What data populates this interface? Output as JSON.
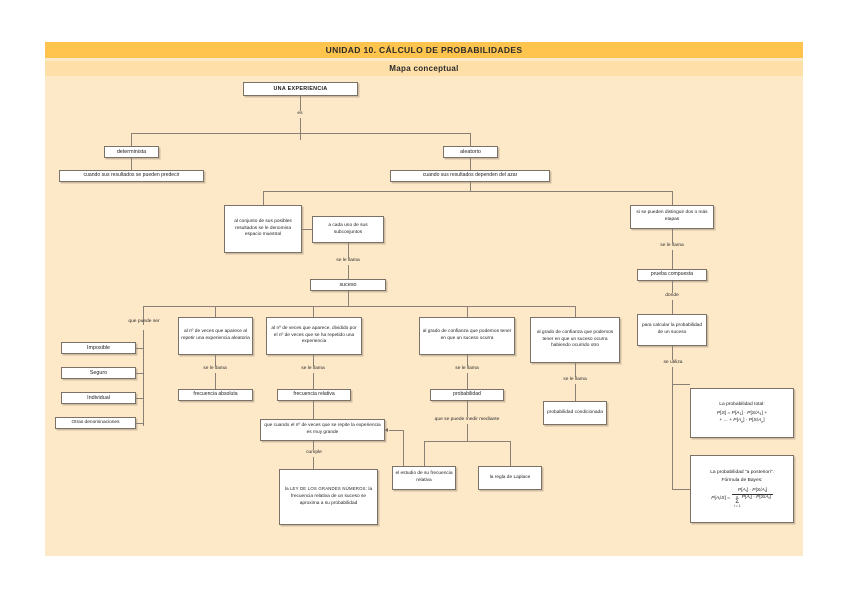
{
  "header": {
    "title": "UNIDAD 10.  CÁLCULO DE PROBABILIDADES",
    "subtitle": "Mapa conceptual",
    "band_color": "#ffc44d",
    "sub_color": "#ffdfa8",
    "body_color": "#fde8c8"
  },
  "nodes": {
    "root": "UNA EXPERIENCIA",
    "determinista": "determinista",
    "determinista_def": "cuando sus resultados se pueden predecir",
    "aleatorio": "aleatorio",
    "aleatorio_def": "cuando sus resultados dependen del azar",
    "espacio_muestral": "al conjunto de sus posibles resultados se le denomina espacio muestral",
    "subconjuntos": "a cada uno de sus subconjuntos",
    "suceso": "suceso",
    "etapas": "si se pueden distinguir dos o más etapas",
    "prueba_compuesta": "prueba compuesta",
    "calcular_prob": "para calcular la probabilidad de un suceso",
    "imposible": "Imposible",
    "seguro": "Seguro",
    "individual": "Individual",
    "otras": "Otras denominaciones",
    "frec_abs_def": "al nº de veces que aparece al repetir una experiencia aleatoria",
    "frecuencia_absoluta": "frecuencia absoluta",
    "frec_rel_def": "al nº de veces que aparece, dividido por el nº de veces que se ha repetido una experiencia",
    "frecuencia_relativa": "frecuencia relativa",
    "ley_cond": "que cuando el nº de veces que se repite la experiencia es muy grande",
    "ley_grandes_numeros_1": "la ",
    "ley_grandes_numeros_2": "LEY DE LOS GRANDES",
    "ley_grandes_numeros_3": "NÚMEROS",
    "ley_grandes_numeros_4": ": la frecuencia relativa de un suceso se aproxima a su probabilidad",
    "prob_def": "al grado de confianza que podemos tener en que un suceso ocurra",
    "probabilidad": "probabilidad",
    "estudio_frec_rel": "el estudio de su frecuencia relativa",
    "regla_laplace": "la regla de Laplace",
    "prob_cond_def": "al grado de confianza que podemos tener en que un suceso ocurra habiendo ocurrido otro",
    "probabilidad_condicionada": "probabilidad condicionada"
  },
  "links": {
    "es": "es",
    "se_le_llama_suceso": "se le llama",
    "que_puede_ser": "que puede ser",
    "se_le_llama_abs": "se le llama",
    "se_le_llama_rel": "se le llama",
    "se_le_llama_prob": "se le llama",
    "se_le_llama_cond": "se le llama",
    "se_le_llama_prueba": "se le llama",
    "donde": "donde",
    "se_utiliza": "se utiliza",
    "cumple": "cumple",
    "que_se_puede_medir": "que se puede medir mediante"
  },
  "formulas": {
    "total_title": "La probabilidad total:",
    "total_line1_lhs": "P[S]",
    "total_line1": "P[S] = P[A1] · P[S/A1] +",
    "total_line2": "+ ... + P[An] · P[S/An]",
    "bayes_title_1": "La probabilidad “a posteriori”.",
    "bayes_title_2": "Fórmula de Bayes:",
    "bayes_lhs": "P[Ai/S] =",
    "bayes_num": "P[Ai] · P[S/Ai]",
    "bayes_den": "P[Ai] · P[S/Ai]",
    "bayes_sum_top": "n",
    "bayes_sum_bottom": "i = 1"
  }
}
